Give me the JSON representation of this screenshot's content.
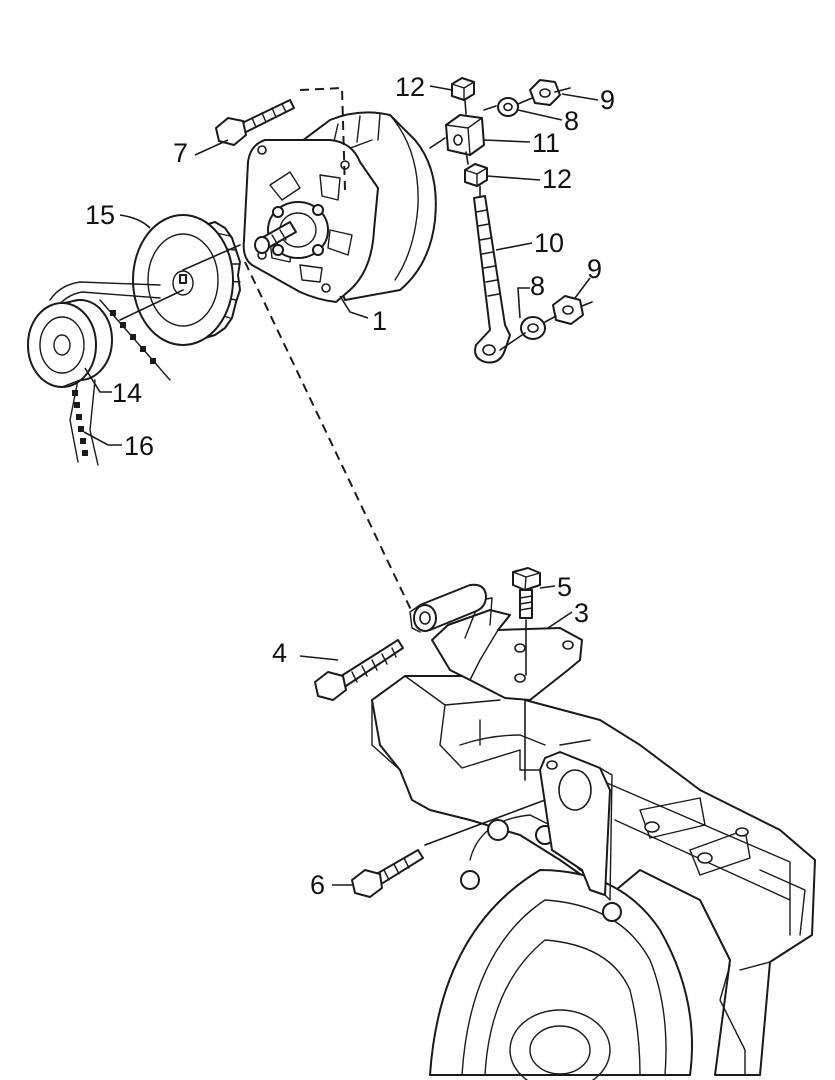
{
  "callouts": [
    {
      "label": "12",
      "part": "nut-upper"
    },
    {
      "label": "9",
      "part": "nut-top-right"
    },
    {
      "label": "8",
      "part": "washer-top"
    },
    {
      "label": "11",
      "part": "spacer-block"
    },
    {
      "label": "7",
      "part": "alternator-bolt"
    },
    {
      "label": "12",
      "part": "nut-lower"
    },
    {
      "label": "15",
      "part": "fan-pulley"
    },
    {
      "label": "10",
      "part": "tension-rod"
    },
    {
      "label": "9",
      "part": "nut-rod"
    },
    {
      "label": "8",
      "part": "washer-rod"
    },
    {
      "label": "1",
      "part": "alternator"
    },
    {
      "label": "14",
      "part": "crank-pulley"
    },
    {
      "label": "16",
      "part": "v-belt"
    },
    {
      "label": "5",
      "part": "bracket-bolt"
    },
    {
      "label": "3",
      "part": "mounting-bracket"
    },
    {
      "label": "4",
      "part": "pivot-bolt"
    },
    {
      "label": "6",
      "part": "engine-bolt"
    }
  ],
  "colors": {
    "ink": "#1a1a1a",
    "paper": "#ffffff"
  }
}
